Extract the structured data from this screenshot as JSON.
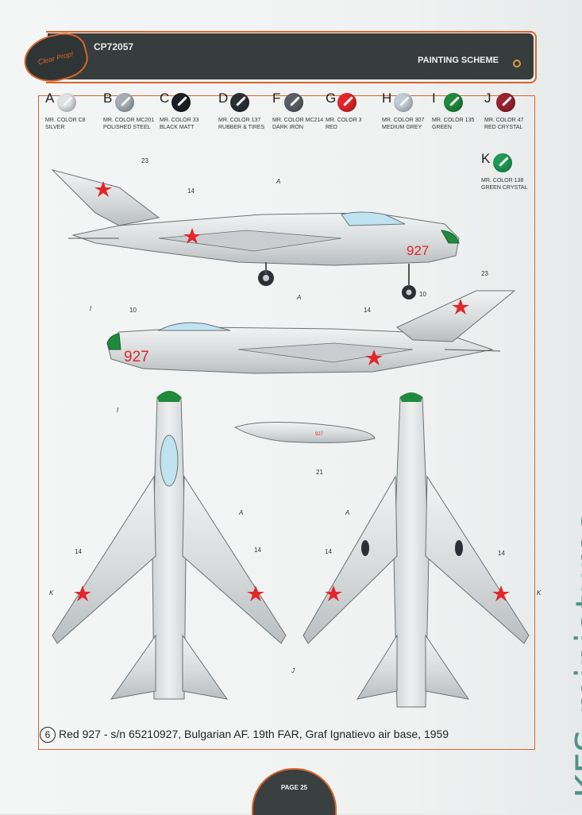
{
  "header": {
    "logo_text": "Clear Prop!",
    "code": "CP72057",
    "title": "PAINTING SCHEME"
  },
  "colors": {
    "accent_orange": "#d9652b",
    "banner_dark": "#373d3d",
    "watermark_teal": "#3e8a80"
  },
  "swatches": [
    {
      "letter": "A",
      "line1": "MR. COLOR C8",
      "line2": "SILVER",
      "color": "#dfe3e4",
      "icon": "paint-can-icon"
    },
    {
      "letter": "B",
      "line1": "MR. COLOR MC201",
      "line2": "POLISHED STEEL",
      "color": "#a7aeb3",
      "icon": "paint-can-icon"
    },
    {
      "letter": "C",
      "line1": "MR. COLOR 33",
      "line2": "BLACK MATT",
      "color": "#1d2126",
      "icon": "paint-can-icon"
    },
    {
      "letter": "D",
      "line1": "MR. COLOR 137",
      "line2": "RUBBER & TIRES",
      "color": "#2c3036",
      "icon": "paint-can-icon"
    },
    {
      "letter": "F",
      "line1": "MR. COLOR MC214",
      "line2": "DARK IRON",
      "color": "#5a6066",
      "icon": "paint-can-icon"
    },
    {
      "letter": "G",
      "line1": "MR. COLOR 3",
      "line2": "RED",
      "color": "#e2262a",
      "icon": "paint-can-icon"
    },
    {
      "letter": "H",
      "line1": "MR. COLOR 307",
      "line2": "MEDIUM GREY",
      "color": "#c3ccd4",
      "icon": "paint-can-icon"
    },
    {
      "letter": "I",
      "line1": "MR. COLOR 135",
      "line2": "GREEN",
      "color": "#1f8a3c",
      "icon": "paint-can-icon"
    },
    {
      "letter": "J",
      "line1": "MR. COLOR 47",
      "line2": "RED CRYSTAL",
      "color": "#9c2230",
      "icon": "paint-can-icon"
    },
    {
      "letter": "K",
      "line1": "MR. COLOR 138",
      "line2": "GREEN CRYSTAL",
      "color": "#1e9b54",
      "icon": "paint-can-icon"
    }
  ],
  "callouts": {
    "n23": "23",
    "n14": "14",
    "n10": "10",
    "n21": "21",
    "cA": "A",
    "cI": "I",
    "cK": "K",
    "cJ": "J",
    "serial": "927"
  },
  "caption": {
    "number": "6",
    "text": "Red 927 - s/n 65210927, Bulgarian AF. 19th FAR, Graf Ignatievo air base, 1959"
  },
  "footer": {
    "page": "PAGE 25"
  },
  "watermark": "KFS-miniatures"
}
